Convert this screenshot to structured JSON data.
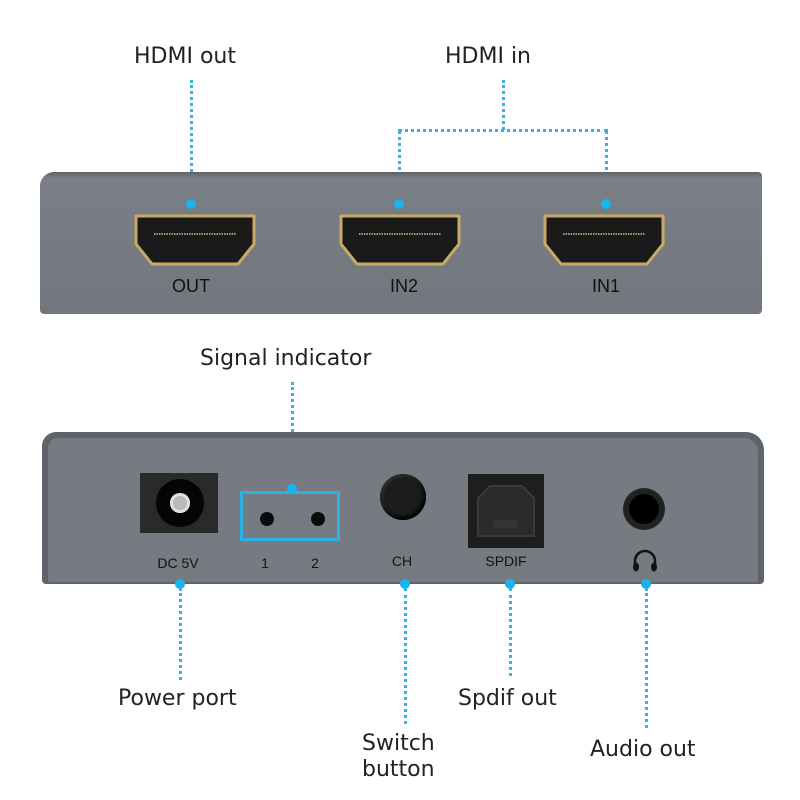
{
  "callouts": {
    "hdmi_out": "HDMI out",
    "hdmi_in": "HDMI in",
    "signal_indicator": "Signal indicator",
    "power_port": "Power port",
    "switch_button_line1": "Switch",
    "switch_button_line2": "button",
    "spdif_out": "Spdif out",
    "audio_out": "Audio out"
  },
  "top_panel": {
    "ports": [
      {
        "label": "OUT"
      },
      {
        "label": "IN2"
      },
      {
        "label": "IN1"
      }
    ]
  },
  "bottom_panel": {
    "dc_label": "DC 5V",
    "led_labels": [
      "1",
      "2"
    ],
    "ch_label": "CH",
    "spdif_label": "SPDIF",
    "audio_icon": "headphones-icon"
  },
  "colors": {
    "accent": "#18b4f0",
    "panel": "#72777e",
    "port_gold": "#c9a968"
  }
}
